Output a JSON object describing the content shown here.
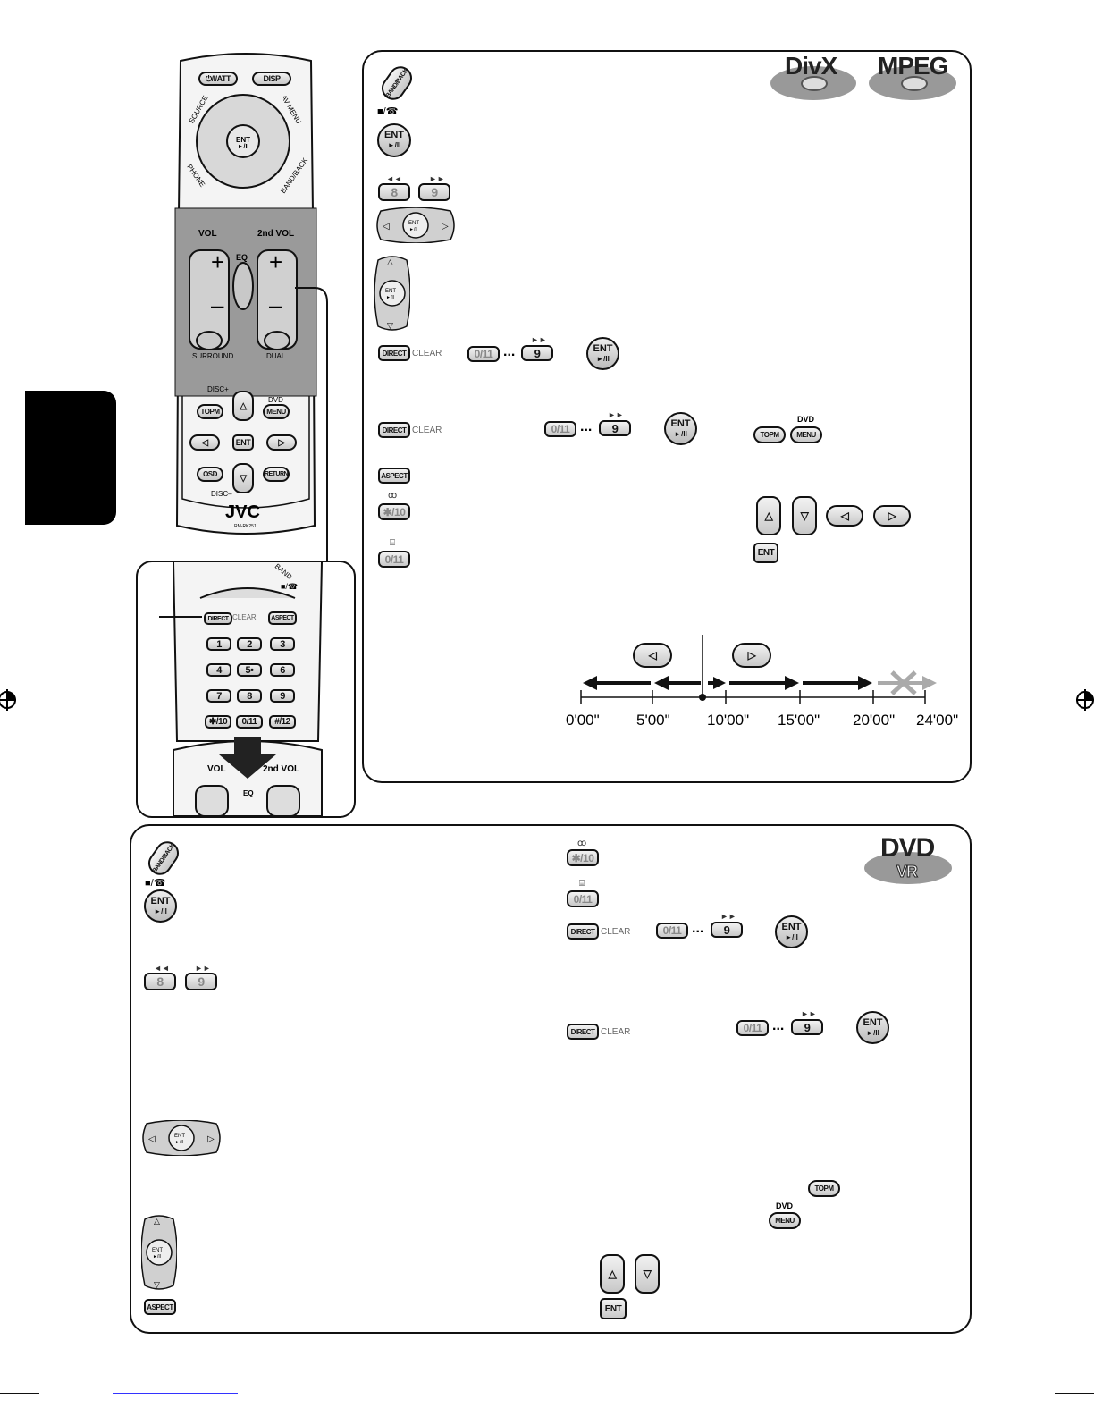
{
  "remote": {
    "top_buttons": [
      "⏻/I/ATT",
      "DISP"
    ],
    "side_labels": [
      "SOURCE",
      "AV MENU",
      "PHONE",
      "BAND/BACK"
    ],
    "center": {
      "ent": "ENT",
      "play": "►/II"
    },
    "vol_label": "VOL",
    "vol2_label": "2nd VOL",
    "eq_label": "EQ",
    "surround_label": "SURROUND",
    "dual_label": "DUAL",
    "disc_plus": "DISC+",
    "disc_minus": "DISC–",
    "dvd_label": "DVD",
    "topm": "TOPM",
    "menu": "MENU",
    "ent": "ENT",
    "osd": "OSD",
    "return": "RETURN",
    "brand": "JVC",
    "model": "RM-RK251"
  },
  "keypad": {
    "direct": "DIRECT",
    "clear": "CLEAR",
    "aspect": "ASPECT",
    "keys": [
      "1",
      "2",
      "3",
      "4",
      "5•",
      "6",
      "7",
      "8",
      "9",
      "✱/10",
      "0/11",
      "#/12"
    ],
    "top_labels": [
      "BAND",
      "■/☎"
    ],
    "vol_label": "VOL",
    "vol2_label": "2nd VOL",
    "eq_label": "EQ"
  },
  "panel1": {
    "logos": [
      "DivX",
      "MPEG"
    ],
    "band_back": "BAND/BACK",
    "stop_label": "■/☎",
    "ent": "ENT",
    "play": "►/II",
    "rew": "◄◄",
    "ff": "►►",
    "key8": "8",
    "key9": "9",
    "direct": "DIRECT",
    "clear": "CLEAR",
    "key0": "0/11",
    "dots": "...",
    "aspect": "ASPECT",
    "key10": "✱/10",
    "topm": "TOPM",
    "menu": "MENU",
    "dvd": "DVD",
    "timeline": [
      "0'00\"",
      "5'00\"",
      "10'00\"",
      "15'00\"",
      "20'00\"",
      "24'00\""
    ]
  },
  "panel2": {
    "logo_top": "DVD",
    "logo_bottom": "VR",
    "band_back": "BAND/BACK",
    "stop_label": "■/☎",
    "ent": "ENT",
    "play": "►/II",
    "rew": "◄◄",
    "ff": "►►",
    "key8": "8",
    "key9": "9",
    "aspect": "ASPECT",
    "key10": "✱/10",
    "key0": "0/11",
    "direct": "DIRECT",
    "clear": "CLEAR",
    "dots": "...",
    "topm": "TOPM",
    "menu": "MENU",
    "dvd": "DVD"
  },
  "colors": {
    "panel_grey": "#9a9a9a",
    "button_grey": "#c8c8c8"
  }
}
